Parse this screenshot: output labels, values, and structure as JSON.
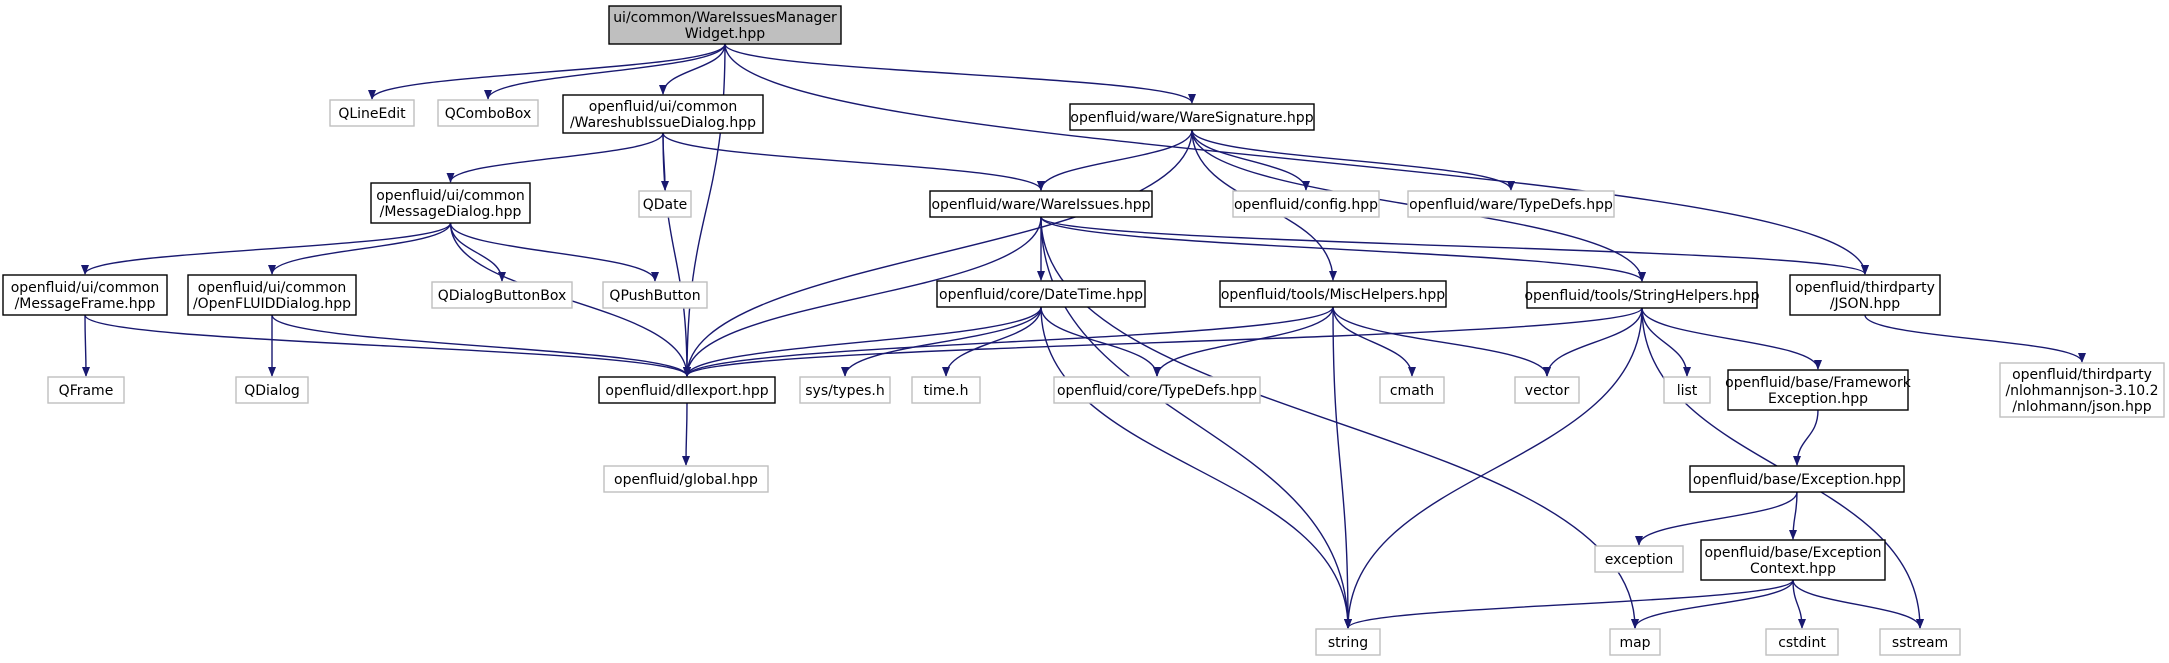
{
  "colors": {
    "edge": "#191970",
    "root_fill": "#bfbfbf",
    "root_border": "#000000",
    "internal_border": "#000000",
    "external_border": "#bfbfbf",
    "background": "#ffffff"
  },
  "nodes": [
    {
      "id": "root",
      "kind": "root",
      "lines": [
        "ui/common/WareIssuesManager",
        "Widget.hpp"
      ]
    },
    {
      "id": "qlineedit",
      "kind": "external",
      "lines": [
        "QLineEdit"
      ]
    },
    {
      "id": "qcombobox",
      "kind": "external",
      "lines": [
        "QComboBox"
      ]
    },
    {
      "id": "wareshubdialog",
      "kind": "internal",
      "lines": [
        "openfluid/ui/common",
        "/WareshubIssueDialog.hpp"
      ]
    },
    {
      "id": "waresignature",
      "kind": "internal",
      "lines": [
        "openfluid/ware/WareSignature.hpp"
      ]
    },
    {
      "id": "messagedialog",
      "kind": "internal",
      "lines": [
        "openfluid/ui/common",
        "/MessageDialog.hpp"
      ]
    },
    {
      "id": "qdate",
      "kind": "external",
      "lines": [
        "QDate"
      ]
    },
    {
      "id": "wareissues",
      "kind": "internal",
      "lines": [
        "openfluid/ware/WareIssues.hpp"
      ]
    },
    {
      "id": "config",
      "kind": "external",
      "lines": [
        "openfluid/config.hpp"
      ]
    },
    {
      "id": "waretypedefs",
      "kind": "external",
      "lines": [
        "openfluid/ware/TypeDefs.hpp"
      ]
    },
    {
      "id": "messageframe",
      "kind": "internal",
      "lines": [
        "openfluid/ui/common",
        "/MessageFrame.hpp"
      ]
    },
    {
      "id": "openfluiddialog",
      "kind": "internal",
      "lines": [
        "openfluid/ui/common",
        "/OpenFLUIDDialog.hpp"
      ]
    },
    {
      "id": "qdialogbuttonbox",
      "kind": "external",
      "lines": [
        "QDialogButtonBox"
      ]
    },
    {
      "id": "qpushbutton",
      "kind": "external",
      "lines": [
        "QPushButton"
      ]
    },
    {
      "id": "datetime",
      "kind": "internal",
      "lines": [
        "openfluid/core/DateTime.hpp"
      ]
    },
    {
      "id": "mischelpers",
      "kind": "internal",
      "lines": [
        "openfluid/tools/MiscHelpers.hpp"
      ]
    },
    {
      "id": "stringhelpers",
      "kind": "internal",
      "lines": [
        "openfluid/tools/StringHelpers.hpp"
      ]
    },
    {
      "id": "json",
      "kind": "internal",
      "lines": [
        "openfluid/thirdparty",
        "/JSON.hpp"
      ]
    },
    {
      "id": "qframe",
      "kind": "external",
      "lines": [
        "QFrame"
      ]
    },
    {
      "id": "qdialog",
      "kind": "external",
      "lines": [
        "QDialog"
      ]
    },
    {
      "id": "dllexport",
      "kind": "internal",
      "lines": [
        "openfluid/dllexport.hpp"
      ]
    },
    {
      "id": "systypes",
      "kind": "external",
      "lines": [
        "sys/types.h"
      ]
    },
    {
      "id": "timeh",
      "kind": "external",
      "lines": [
        "time.h"
      ]
    },
    {
      "id": "coretypedefs",
      "kind": "external",
      "lines": [
        "openfluid/core/TypeDefs.hpp"
      ]
    },
    {
      "id": "cmath",
      "kind": "external",
      "lines": [
        "cmath"
      ]
    },
    {
      "id": "vector",
      "kind": "external",
      "lines": [
        "vector"
      ]
    },
    {
      "id": "list",
      "kind": "external",
      "lines": [
        "list"
      ]
    },
    {
      "id": "frameworkexception",
      "kind": "internal",
      "lines": [
        "openfluid/base/Framework",
        "Exception.hpp"
      ]
    },
    {
      "id": "nlohmann",
      "kind": "external",
      "lines": [
        "openfluid/thirdparty",
        "/nlohmannjson-3.10.2",
        "/nlohmann/json.hpp"
      ]
    },
    {
      "id": "global",
      "kind": "external",
      "lines": [
        "openfluid/global.hpp"
      ]
    },
    {
      "id": "exception_hpp",
      "kind": "internal",
      "lines": [
        "openfluid/base/Exception.hpp"
      ]
    },
    {
      "id": "exception",
      "kind": "external",
      "lines": [
        "exception"
      ]
    },
    {
      "id": "exceptioncontext",
      "kind": "internal",
      "lines": [
        "openfluid/base/Exception",
        "Context.hpp"
      ]
    },
    {
      "id": "string",
      "kind": "external",
      "lines": [
        "string"
      ]
    },
    {
      "id": "map",
      "kind": "external",
      "lines": [
        "map"
      ]
    },
    {
      "id": "cstdint",
      "kind": "external",
      "lines": [
        "cstdint"
      ]
    },
    {
      "id": "sstream",
      "kind": "external",
      "lines": [
        "sstream"
      ]
    }
  ],
  "edges": [
    [
      "root",
      "qlineedit"
    ],
    [
      "root",
      "qcombobox"
    ],
    [
      "root",
      "wareshubdialog"
    ],
    [
      "root",
      "dllexport"
    ],
    [
      "root",
      "waresignature"
    ],
    [
      "root",
      "json"
    ],
    [
      "wareshubdialog",
      "messagedialog"
    ],
    [
      "wareshubdialog",
      "qdate"
    ],
    [
      "wareshubdialog",
      "dllexport"
    ],
    [
      "wareshubdialog",
      "wareissues"
    ],
    [
      "waresignature",
      "dllexport"
    ],
    [
      "waresignature",
      "wareissues"
    ],
    [
      "waresignature",
      "config"
    ],
    [
      "waresignature",
      "waretypedefs"
    ],
    [
      "waresignature",
      "mischelpers"
    ],
    [
      "waresignature",
      "stringhelpers"
    ],
    [
      "messagedialog",
      "messageframe"
    ],
    [
      "messagedialog",
      "openfluiddialog"
    ],
    [
      "messagedialog",
      "qdialogbuttonbox"
    ],
    [
      "messagedialog",
      "qpushbutton"
    ],
    [
      "messagedialog",
      "dllexport"
    ],
    [
      "wareissues",
      "dllexport"
    ],
    [
      "wareissues",
      "datetime"
    ],
    [
      "wareissues",
      "stringhelpers"
    ],
    [
      "wareissues",
      "json"
    ],
    [
      "wareissues",
      "string"
    ],
    [
      "wareissues",
      "map"
    ],
    [
      "messageframe",
      "qframe"
    ],
    [
      "messageframe",
      "dllexport"
    ],
    [
      "openfluiddialog",
      "qdialog"
    ],
    [
      "openfluiddialog",
      "dllexport"
    ],
    [
      "datetime",
      "dllexport"
    ],
    [
      "datetime",
      "systypes"
    ],
    [
      "datetime",
      "timeh"
    ],
    [
      "datetime",
      "coretypedefs"
    ],
    [
      "datetime",
      "string"
    ],
    [
      "mischelpers",
      "dllexport"
    ],
    [
      "mischelpers",
      "coretypedefs"
    ],
    [
      "mischelpers",
      "cmath"
    ],
    [
      "mischelpers",
      "vector"
    ],
    [
      "mischelpers",
      "string"
    ],
    [
      "stringhelpers",
      "dllexport"
    ],
    [
      "stringhelpers",
      "vector"
    ],
    [
      "stringhelpers",
      "list"
    ],
    [
      "stringhelpers",
      "frameworkexception"
    ],
    [
      "stringhelpers",
      "string"
    ],
    [
      "stringhelpers",
      "sstream"
    ],
    [
      "json",
      "nlohmann"
    ],
    [
      "dllexport",
      "global"
    ],
    [
      "frameworkexception",
      "exception_hpp"
    ],
    [
      "exception_hpp",
      "exception"
    ],
    [
      "exception_hpp",
      "exceptioncontext"
    ],
    [
      "exceptioncontext",
      "string"
    ],
    [
      "exceptioncontext",
      "map"
    ],
    [
      "exceptioncontext",
      "cstdint"
    ],
    [
      "exceptioncontext",
      "sstream"
    ]
  ]
}
